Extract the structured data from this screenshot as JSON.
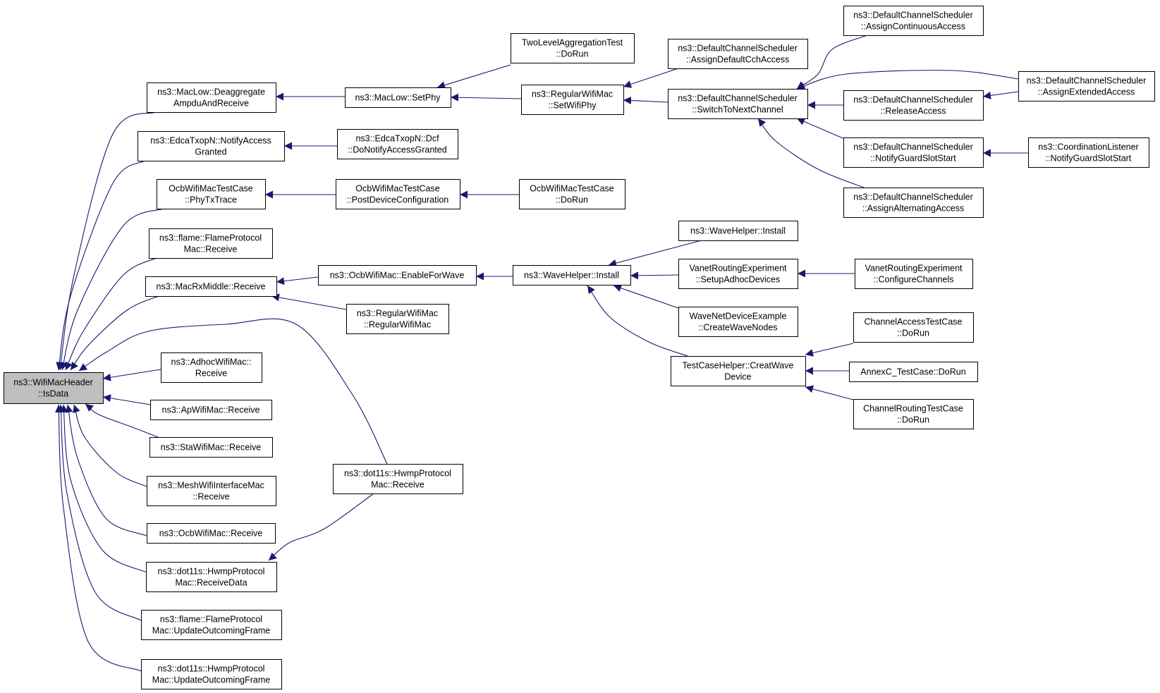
{
  "colors": {
    "edge": "#191970",
    "root_fill": "#bfbfbf",
    "node_fill": "#ffffff",
    "node_stroke": "#000000"
  },
  "nodes": [
    {
      "id": "root",
      "lines": [
        "ns3::WifiMacHeader",
        "::IsData"
      ]
    },
    {
      "id": "deaggregate",
      "lines": [
        "ns3::MacLow::Deaggregate",
        "AmpduAndReceive"
      ]
    },
    {
      "id": "notifyaccess",
      "lines": [
        "ns3::EdcaTxopN::NotifyAccess",
        "Granted"
      ]
    },
    {
      "id": "phytxtrace",
      "lines": [
        "OcbWifiMacTestCase",
        "::PhyTxTrace"
      ]
    },
    {
      "id": "flamerecv",
      "lines": [
        "ns3::flame::FlameProtocol",
        "Mac::Receive"
      ]
    },
    {
      "id": "macrxmiddle",
      "lines": [
        "ns3::MacRxMiddle::Receive"
      ]
    },
    {
      "id": "adhocrecv",
      "lines": [
        "ns3::AdhocWifiMac::",
        "Receive"
      ]
    },
    {
      "id": "aprecv",
      "lines": [
        "ns3::ApWifiMac::Receive"
      ]
    },
    {
      "id": "starecv",
      "lines": [
        "ns3::StaWifiMac::Receive"
      ]
    },
    {
      "id": "meshrecv",
      "lines": [
        "ns3::MeshWifiInterfaceMac",
        "::Receive"
      ]
    },
    {
      "id": "ocbrecv",
      "lines": [
        "ns3::OcbWifiMac::Receive"
      ]
    },
    {
      "id": "hwmprecvdata",
      "lines": [
        "ns3::dot11s::HwmpProtocol",
        "Mac::ReceiveData"
      ]
    },
    {
      "id": "flameupdate",
      "lines": [
        "ns3::flame::FlameProtocol",
        "Mac::UpdateOutcomingFrame"
      ]
    },
    {
      "id": "hwmpupdate",
      "lines": [
        "ns3::dot11s::HwmpProtocol",
        "Mac::UpdateOutcomingFrame"
      ]
    },
    {
      "id": "setphy",
      "lines": [
        "ns3::MacLow::SetPhy"
      ]
    },
    {
      "id": "dcfnotify",
      "lines": [
        "ns3::EdcaTxopN::Dcf",
        "::DoNotifyAccessGranted"
      ]
    },
    {
      "id": "postdevice",
      "lines": [
        "OcbWifiMacTestCase",
        "::PostDeviceConfiguration"
      ]
    },
    {
      "id": "enableforwave",
      "lines": [
        "ns3::OcbWifiMac::EnableForWave"
      ]
    },
    {
      "id": "regularwifimac",
      "lines": [
        "ns3::RegularWifiMac",
        "::RegularWifiMac"
      ]
    },
    {
      "id": "hwmprecv",
      "lines": [
        "ns3::dot11s::HwmpProtocol",
        "Mac::Receive"
      ]
    },
    {
      "id": "twolevel",
      "lines": [
        "TwoLevelAggregationTest",
        "::DoRun"
      ]
    },
    {
      "id": "setwifiphy",
      "lines": [
        "ns3::RegularWifiMac",
        "::SetWifiPhy"
      ]
    },
    {
      "id": "ocbdorun",
      "lines": [
        "OcbWifiMacTestCase",
        "::DoRun"
      ]
    },
    {
      "id": "waveinstall",
      "lines": [
        "ns3::WaveHelper::Install"
      ]
    },
    {
      "id": "assigndefault",
      "lines": [
        "ns3::DefaultChannelScheduler",
        "::AssignDefaultCchAccess"
      ]
    },
    {
      "id": "switchnext",
      "lines": [
        "ns3::DefaultChannelScheduler",
        "::SwitchToNextChannel"
      ]
    },
    {
      "id": "waveinstall2",
      "lines": [
        "ns3::WaveHelper::Install"
      ]
    },
    {
      "id": "setupadhoc",
      "lines": [
        "VanetRoutingExperiment",
        "::SetupAdhocDevices"
      ]
    },
    {
      "id": "createwavenodes",
      "lines": [
        "WaveNetDeviceExample",
        "::CreateWaveNodes"
      ]
    },
    {
      "id": "creatwavedevice",
      "lines": [
        "TestCaseHelper::CreatWave",
        "Device"
      ]
    },
    {
      "id": "assigncontinuous",
      "lines": [
        "ns3::DefaultChannelScheduler",
        "::AssignContinuousAccess"
      ]
    },
    {
      "id": "releaseaccess",
      "lines": [
        "ns3::DefaultChannelScheduler",
        "::ReleaseAccess"
      ]
    },
    {
      "id": "notifyguard",
      "lines": [
        "ns3::DefaultChannelScheduler",
        "::NotifyGuardSlotStart"
      ]
    },
    {
      "id": "assignalternating",
      "lines": [
        "ns3::DefaultChannelScheduler",
        "::AssignAlternatingAccess"
      ]
    },
    {
      "id": "configurechannels",
      "lines": [
        "VanetRoutingExperiment",
        "::ConfigureChannels"
      ]
    },
    {
      "id": "channelaccess",
      "lines": [
        "ChannelAccessTestCase",
        "::DoRun"
      ]
    },
    {
      "id": "annexc",
      "lines": [
        "AnnexC_TestCase::DoRun"
      ]
    },
    {
      "id": "channelrouting",
      "lines": [
        "ChannelRoutingTestCase",
        "::DoRun"
      ]
    },
    {
      "id": "assignextended",
      "lines": [
        "ns3::DefaultChannelScheduler",
        "::AssignExtendedAccess"
      ]
    },
    {
      "id": "coordlistener",
      "lines": [
        "ns3::CoordinationListener",
        "::NotifyGuardSlotStart"
      ]
    }
  ],
  "edges": [
    {
      "from": "deaggregate",
      "to": "root"
    },
    {
      "from": "notifyaccess",
      "to": "root"
    },
    {
      "from": "phytxtrace",
      "to": "root"
    },
    {
      "from": "flamerecv",
      "to": "root"
    },
    {
      "from": "macrxmiddle",
      "to": "root"
    },
    {
      "from": "hwmprecv",
      "to": "root"
    },
    {
      "from": "adhocrecv",
      "to": "root"
    },
    {
      "from": "aprecv",
      "to": "root"
    },
    {
      "from": "starecv",
      "to": "root"
    },
    {
      "from": "meshrecv",
      "to": "root"
    },
    {
      "from": "ocbrecv",
      "to": "root"
    },
    {
      "from": "hwmprecvdata",
      "to": "root"
    },
    {
      "from": "flameupdate",
      "to": "root"
    },
    {
      "from": "hwmpupdate",
      "to": "root"
    },
    {
      "from": "setphy",
      "to": "deaggregate"
    },
    {
      "from": "dcfnotify",
      "to": "notifyaccess"
    },
    {
      "from": "postdevice",
      "to": "phytxtrace"
    },
    {
      "from": "enableforwave",
      "to": "macrxmiddle"
    },
    {
      "from": "regularwifimac",
      "to": "macrxmiddle"
    },
    {
      "from": "hwmprecv",
      "to": "hwmprecvdata"
    },
    {
      "from": "twolevel",
      "to": "setphy"
    },
    {
      "from": "setwifiphy",
      "to": "setphy"
    },
    {
      "from": "ocbdorun",
      "to": "postdevice"
    },
    {
      "from": "waveinstall",
      "to": "enableforwave"
    },
    {
      "from": "assigndefault",
      "to": "setwifiphy"
    },
    {
      "from": "switchnext",
      "to": "setwifiphy"
    },
    {
      "from": "waveinstall2",
      "to": "waveinstall"
    },
    {
      "from": "setupadhoc",
      "to": "waveinstall"
    },
    {
      "from": "createwavenodes",
      "to": "waveinstall"
    },
    {
      "from": "creatwavedevice",
      "to": "waveinstall"
    },
    {
      "from": "assigncontinuous",
      "to": "switchnext"
    },
    {
      "from": "assignextended",
      "to": "switchnext"
    },
    {
      "from": "releaseaccess",
      "to": "switchnext"
    },
    {
      "from": "notifyguard",
      "to": "switchnext"
    },
    {
      "from": "assignalternating",
      "to": "switchnext"
    },
    {
      "from": "configurechannels",
      "to": "setupadhoc"
    },
    {
      "from": "channelaccess",
      "to": "creatwavedevice"
    },
    {
      "from": "annexc",
      "to": "creatwavedevice"
    },
    {
      "from": "channelrouting",
      "to": "creatwavedevice"
    },
    {
      "from": "assignextended",
      "to": "releaseaccess"
    },
    {
      "from": "coordlistener",
      "to": "notifyguard"
    }
  ]
}
